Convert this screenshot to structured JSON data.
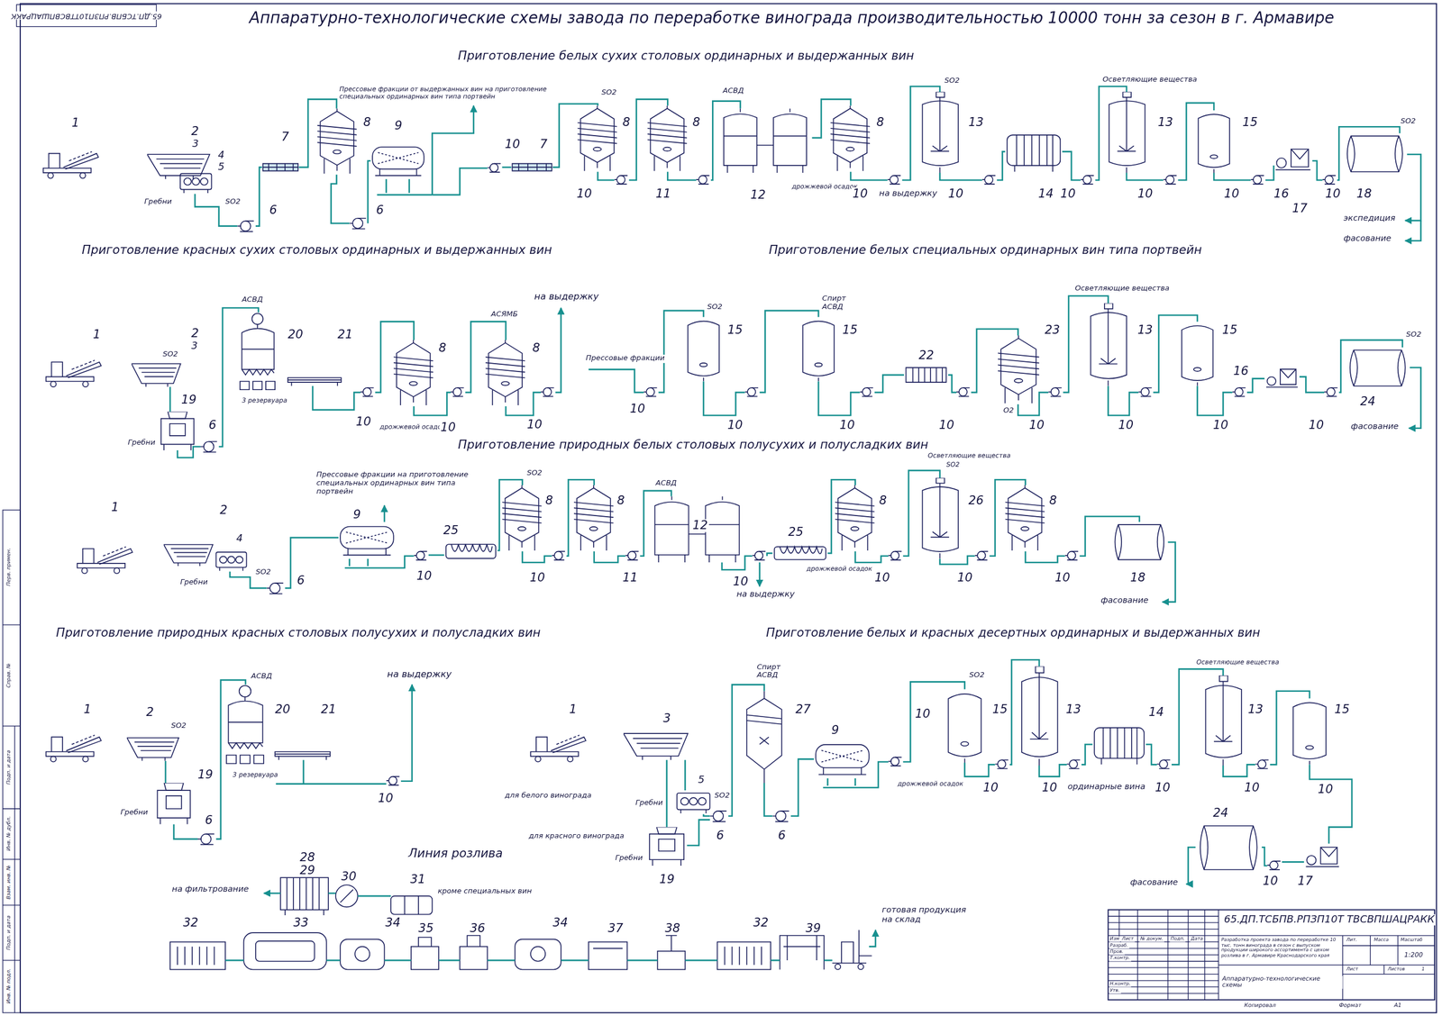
{
  "diagram": {
    "title": "Аппаратурно-технологические схемы завода по переработке винограда производительностью 10000 тонн за сезон в г. Армавире",
    "labels": [
      "65.ДП.ТСБПВ.РПЗП10ТТВСВПШАЦРАКК",
      "Приготовление белых сухих столовых ординарных и выдержанных вин",
      "Прессовые фракции от выдержанных вин на приготовление специальных ординарных вин типа портвейн",
      "1",
      "2",
      "3",
      "4",
      "5",
      "Гребни",
      "SO2",
      "6",
      "7",
      "8",
      "9",
      "6",
      "10",
      "7",
      "SO2",
      "8",
      "10",
      "8",
      "11",
      "АСВД",
      "12",
      "8",
      "дрожжевой осадок",
      "10",
      "на выдержку",
      "SO2",
      "13",
      "10",
      "14",
      "10",
      "Осветляющие вещества",
      "13",
      "10",
      "15",
      "10",
      "16",
      "17",
      "10",
      "SO2",
      "18",
      "экспедиция",
      "фасование",
      "Приготовление красных сухих столовых ординарных и выдержанных вин",
      "Приготовление белых специальных ординарных вин типа портвейн",
      "1",
      "2",
      "3",
      "SO2",
      "19",
      "Гребни",
      "6",
      "АСВД",
      "20",
      "3 резервуара",
      "21",
      "10",
      "8",
      "дрожжевой осадок",
      "10",
      "АСЯМБ",
      "8",
      "10",
      "на выдержку",
      "Прессовые фракции",
      "10",
      "SO2",
      "15",
      "10",
      "Спирт",
      "АСВД",
      "15",
      "10",
      "22",
      "10",
      "23",
      "О2",
      "10",
      "Осветляющие вещества",
      "13",
      "10",
      "15",
      "10",
      "16",
      "10",
      "SO2",
      "24",
      "фасование",
      "Приготовление природных белых столовых полусухих и полусладких вин",
      "1",
      "2",
      "4",
      "Гребни",
      "SO2",
      "6",
      "Прессовые фракции на приготовление специальных ординарных вин типа портвейн",
      "9",
      "10",
      "25",
      "SO2",
      "8",
      "10",
      "8",
      "11",
      "АСВД",
      "12",
      "10",
      "на выдержку",
      "25",
      "8",
      "дрожжевой осадок",
      "10",
      "Осветляющие вещества",
      "SO2",
      "26",
      "10",
      "8",
      "10",
      "18",
      "фасование",
      "Приготовление природных красных столовых полусухих и полусладких вин",
      "Приготовление белых и красных десертных ординарных и выдержанных вин",
      "1",
      "2",
      "SO2",
      "19",
      "Гребни",
      "6",
      "АСВД",
      "20",
      "3 резервуара",
      "21",
      "10",
      "на выдержку",
      "1",
      "3",
      "5",
      "Гребни",
      "SO2",
      "для белого винограда",
      "для красного винограда",
      "19",
      "Гребни",
      "6",
      "Спирт",
      "АСВД",
      "27",
      "6",
      "9",
      "10",
      "SO2",
      "15",
      "дрожжевой осадок",
      "10",
      "13",
      "10",
      "ординарные вина",
      "14",
      "10",
      "Осветляющие вещества",
      "13",
      "10",
      "15",
      "10",
      "24",
      "фасование",
      "10",
      "17",
      "Линия розлива",
      "28",
      "29",
      "на фильтрование",
      "30",
      "31",
      "кроме специальных вин",
      "32",
      "33",
      "34",
      "35",
      "36",
      "34",
      "37",
      "38",
      "32",
      "39",
      "готовая продукция на склад",
      "65.ДП.ТСБПВ.РПЗП10Т ТВСВПШАЦРАКК",
      "Изм",
      "Лист",
      "№ докум.",
      "Подп.",
      "Дата",
      "Разраб.",
      "Пров.",
      "Т.контр.",
      "Н.контр.",
      "Утв.",
      "Разработка проекта завода по переработке 10 тыс. тонн винограда в сезон с выпуском продукции широкого ассортимента с цехом розлива в г. Армавире Краснодарского края",
      "Лит.",
      "Масса",
      "Масштаб",
      "1:200",
      "Лист",
      "Листов",
      "1",
      "Аппаратурно-технологические схемы",
      "Копировал",
      "Формат",
      "А1",
      "Перв. примен.",
      "Справ. №",
      "Подп. и дата",
      "Инв. № дубл.",
      "Взам. инв. №",
      "Подп. и дата",
      "Инв. № подл."
    ]
  }
}
